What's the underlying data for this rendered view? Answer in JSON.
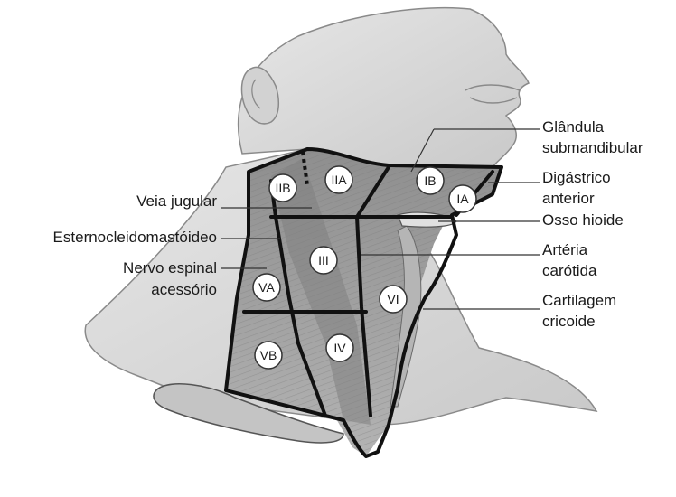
{
  "colors": {
    "skin": "#d9d9d9",
    "skin_dark": "#bdbdbd",
    "muscle": "#9a9a9a",
    "muscle_dark": "#6e6e6e",
    "outline": "#111111",
    "label_line": "#333333",
    "badge_fill": "#ffffff"
  },
  "levels": [
    "IA",
    "IB",
    "IIA",
    "IIB",
    "III",
    "IV",
    "VA",
    "VB",
    "VI"
  ],
  "labels_left": {
    "veia_jugular": "Veia jugular",
    "esterno": "Esternocleidomastóideo",
    "nervo_line1": "Nervo espinal",
    "nervo_line2": "acessório"
  },
  "labels_right": {
    "glandula_line1": "Glândula",
    "glandula_line2": "submandibular",
    "digastrico_line1": "Digástrico",
    "digastrico_line2": "anterior",
    "osso": "Osso hioide",
    "arteria_line1": "Artéria",
    "arteria_line2": "carótida",
    "cartilagem_line1": "Cartilagem",
    "cartilagem_line2": "cricoide"
  }
}
